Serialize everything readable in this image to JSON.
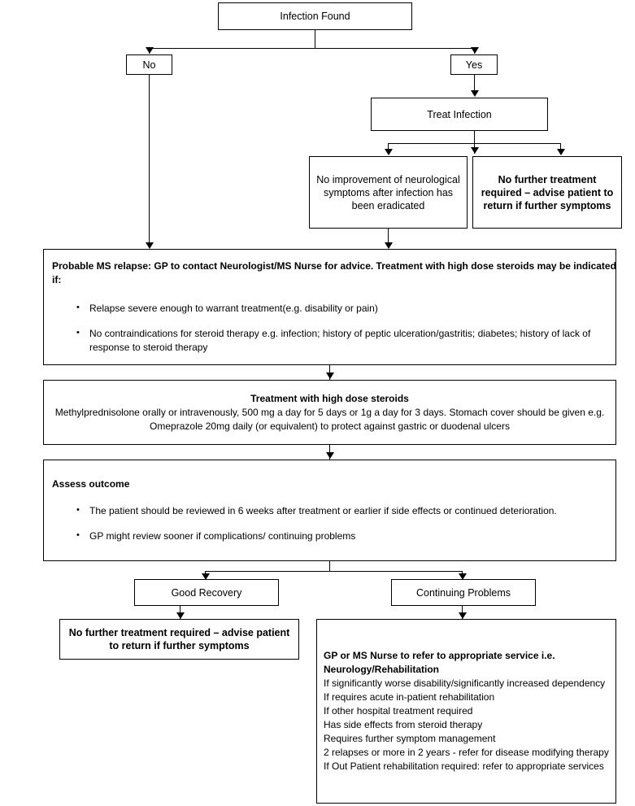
{
  "diagram": {
    "title": "MS Relapse Management Flowchart",
    "type": "flowchart",
    "line_color": "#000000",
    "background_color": "#ffffff",
    "text_color": "#000000"
  },
  "nodes": {
    "infection_found": {
      "label": "Infection Found"
    },
    "no": {
      "label": "No"
    },
    "yes": {
      "label": "Yes"
    },
    "treat_infection": {
      "label": "Treat Infection"
    },
    "no_improvement": {
      "label": "No improvement of neurological symptoms after infection has been eradicated"
    },
    "no_further_treatment_top": {
      "label": "No further treatment required – advise patient to return if further symptoms"
    },
    "probable_relapse": {
      "heading": "Probable MS relapse: GP to contact Neurologist/MS Nurse for advice.  Treatment with high dose steroids may be indicated if:",
      "bullets": [
        "Relapse severe enough to warrant treatment(e.g. disability or pain)",
        "No contraindications for steroid therapy e.g. infection; history of peptic ulceration/gastritis; diabetes; history of lack of response to steroid therapy"
      ]
    },
    "treatment_steroids": {
      "heading": "Treatment with high dose steroids",
      "body": "Methylprednisolone orally or intravenously, 500 mg a day for 5 days or 1g a day for 3 days. Stomach cover should be given e.g. Omeprazole 20mg daily (or equivalent) to protect against gastric or duodenal ulcers"
    },
    "assess_outcome": {
      "heading": "Assess outcome",
      "bullets": [
        "The patient should be reviewed in 6 weeks after treatment or earlier if side effects or continued deterioration.",
        "GP might review sooner if complications/ continuing problems"
      ]
    },
    "good_recovery": {
      "label": "Good Recovery"
    },
    "continuing_problems": {
      "label": "Continuing Problems"
    },
    "no_further_treatment_bottom": {
      "label": "No further treatment required – advise patient to return if further symptoms"
    },
    "refer_service": {
      "heading": "GP or MS Nurse to refer to appropriate service i.e. Neurology/Rehabilitation",
      "lines": [
        "If significantly worse disability/significantly increased dependency",
        "If requires acute in-patient rehabilitation",
        "If other hospital treatment required",
        "Has side effects from steroid therapy",
        "Requires further symptom management",
        "2 relapses or more in 2 years - refer for disease modifying therapy",
        "If Out Patient rehabilitation required: refer to appropriate services"
      ]
    }
  }
}
